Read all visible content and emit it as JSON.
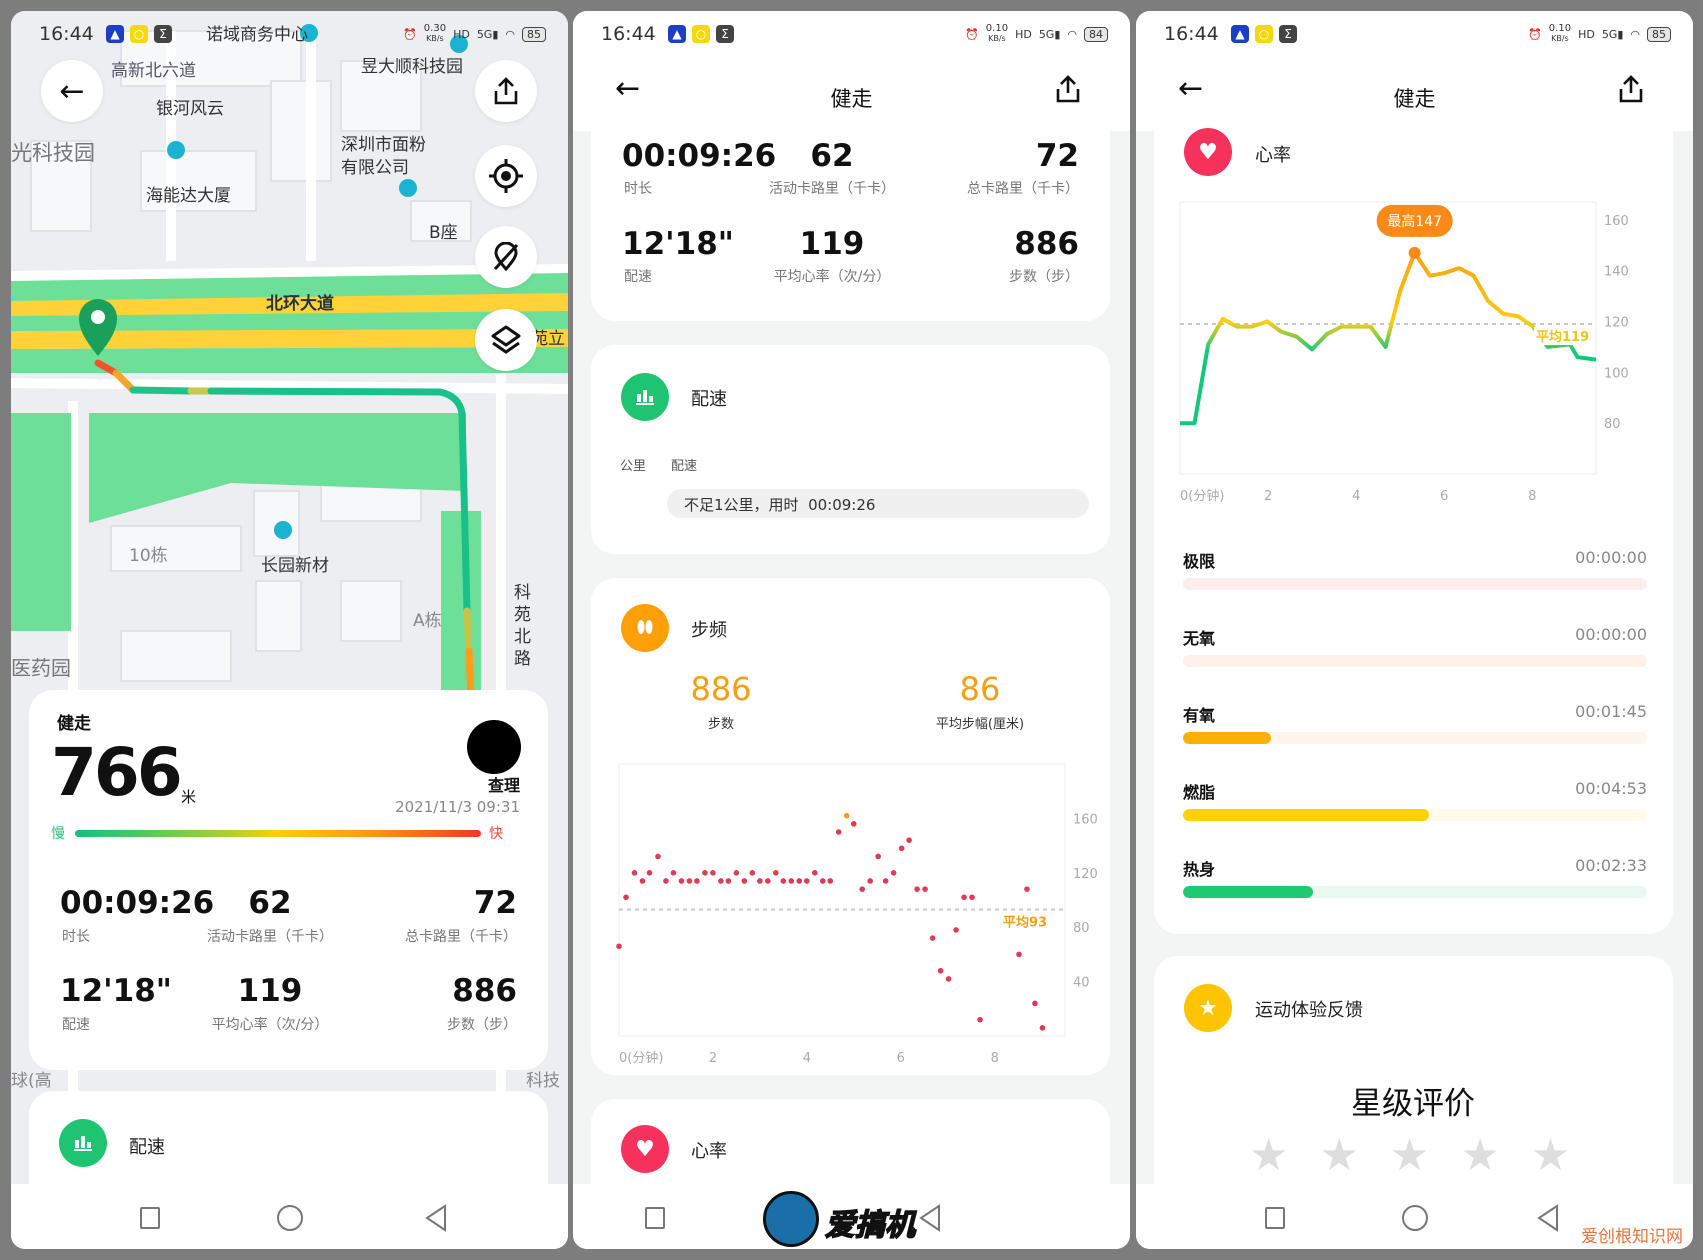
{
  "panels": [
    {
      "status": {
        "time": "16:44",
        "speed": "0.30",
        "speed_unit": "KB/s",
        "battery": "85"
      }
    },
    {
      "status": {
        "time": "16:44",
        "speed": "0.10",
        "speed_unit": "KB/s",
        "battery": "84"
      }
    },
    {
      "status": {
        "time": "16:44",
        "speed": "0.10",
        "speed_unit": "KB/s",
        "battery": "85"
      }
    }
  ],
  "map": {
    "labels": [
      "高新北六道",
      "诺域商务中心",
      "昱大顺科技园",
      "银河风云",
      "光科技园",
      "深圳市面粉",
      "有限公司",
      "海能达大厦",
      "B座",
      "北环大道",
      "苑立",
      "10栋",
      "长园新材",
      "A栋",
      "科",
      "苑",
      "北",
      "路",
      "医药园",
      "球(高",
      "科技"
    ]
  },
  "summary": {
    "type": "健走",
    "distance": "766",
    "distance_unit": "米",
    "user": "查理",
    "datetime": "2021/11/3 09:31",
    "slow": "慢",
    "fast": "快"
  },
  "stats": [
    {
      "value": "00:09:26",
      "label": "时长"
    },
    {
      "value": "62",
      "label": "活动卡路里（千卡）"
    },
    {
      "value": "72",
      "label": "总卡路里（千卡）"
    },
    {
      "value": "12'18\"",
      "label": "配速"
    },
    {
      "value": "119",
      "label": "平均心率（次/分）"
    },
    {
      "value": "886",
      "label": "步数（步）"
    }
  ],
  "header": {
    "title": "健走"
  },
  "pace": {
    "title": "配速",
    "col_km": "公里",
    "col_pace": "配速",
    "note": "不足1公里，用时  00:09:26"
  },
  "cadence": {
    "title": "步频",
    "steps": "886",
    "steps_label": "步数",
    "stride": "86",
    "stride_label": "平均步幅(厘米)"
  },
  "heart": {
    "title": "心率"
  },
  "zones": [
    {
      "label": "极限",
      "time": "00:00:00",
      "fraction": 0,
      "color": "#f25c5c",
      "bg": "#fdeeee"
    },
    {
      "label": "无氧",
      "time": "00:00:00",
      "fraction": 0,
      "color": "#f7873a",
      "bg": "#fdf1ea"
    },
    {
      "label": "有氧",
      "time": "00:01:45",
      "fraction": 0.19,
      "color": "#f9b000",
      "bg": "#fef6ec"
    },
    {
      "label": "燃脂",
      "time": "00:04:53",
      "fraction": 0.53,
      "color": "#ffd200",
      "bg": "#fffaea"
    },
    {
      "label": "热身",
      "time": "00:02:33",
      "fraction": 0.28,
      "color": "#1ecb72",
      "bg": "#e9f9f1"
    }
  ],
  "feedback": {
    "title": "运动体验反馈",
    "rating_title": "星级评价",
    "rating": 0,
    "max_rating": 5
  },
  "watermarks": {
    "logo": "爱搞机",
    "site": "爱创根知识网"
  },
  "colors": {
    "green": "#1ec46f",
    "orange": "#ff9f0a",
    "red": "#f5325c",
    "yellow": "#ffc400"
  },
  "chart_data": [
    {
      "type": "scatter",
      "title": "步频",
      "xlabel": "",
      "ylabel": "",
      "x_ticks": [
        "0(分钟)",
        "2",
        "4",
        "6",
        "8"
      ],
      "x_tick_values": [
        0,
        2,
        4,
        6,
        8
      ],
      "y_ticks": [
        "160",
        "120",
        "80",
        "40"
      ],
      "y_tick_values": [
        160,
        120,
        80,
        40
      ],
      "xlim": [
        0,
        9.5
      ],
      "ylim": [
        0,
        200
      ],
      "average": 93,
      "average_label": "平均93",
      "highlight_max": true,
      "grid": false,
      "x": [
        0,
        0.15,
        0.33,
        0.5,
        0.65,
        0.83,
        1.0,
        1.16,
        1.33,
        1.5,
        1.66,
        1.83,
        2.0,
        2.17,
        2.33,
        2.5,
        2.67,
        2.84,
        3.0,
        3.17,
        3.34,
        3.5,
        3.67,
        3.84,
        4.0,
        4.17,
        4.34,
        4.5,
        4.68,
        4.85,
        5.0,
        5.18,
        5.35,
        5.52,
        5.68,
        5.85,
        6.02,
        6.18,
        6.35,
        6.52,
        6.68,
        6.85,
        7.02,
        7.18,
        7.35,
        7.52,
        7.69,
        8.52,
        8.69,
        8.86,
        9.02
      ],
      "y": [
        66,
        102,
        120,
        114,
        120,
        132,
        114,
        120,
        114,
        114,
        114,
        120,
        120,
        114,
        114,
        120,
        114,
        120,
        114,
        114,
        120,
        114,
        114,
        114,
        114,
        120,
        114,
        114,
        150,
        162,
        156,
        108,
        114,
        132,
        114,
        120,
        138,
        144,
        108,
        108,
        72,
        48,
        42,
        78,
        102,
        102,
        12,
        60,
        108,
        24,
        6
      ]
    },
    {
      "type": "line",
      "title": "心率",
      "xlabel": "",
      "ylabel": "",
      "x_ticks": [
        "0(分钟)",
        "2",
        "4",
        "6",
        "8"
      ],
      "x_tick_values": [
        0,
        2,
        4,
        6,
        8
      ],
      "y_ticks": [
        "160",
        "140",
        "120",
        "100",
        "80"
      ],
      "y_tick_values": [
        160,
        140,
        120,
        100,
        80
      ],
      "xlim": [
        0,
        9.45
      ],
      "ylim": [
        60,
        167
      ],
      "average": 119,
      "average_label": "平均119",
      "max": 147,
      "max_label": "最高147",
      "grid": false,
      "x": [
        0,
        0.33,
        0.64,
        0.97,
        1.3,
        1.63,
        1.98,
        2.3,
        2.65,
        3.0,
        3.33,
        3.67,
        4.0,
        4.33,
        4.67,
        5.0,
        5.33,
        5.68,
        6.0,
        6.34,
        6.67,
        7.0,
        7.35,
        7.69,
        8.02,
        8.35,
        8.86,
        9.03,
        9.45
      ],
      "y": [
        80,
        80,
        111,
        121,
        118,
        118,
        120,
        116,
        114,
        109,
        115,
        118,
        118,
        118,
        110,
        132,
        147,
        138,
        139,
        141,
        138,
        128,
        123,
        122,
        118,
        110,
        111,
        106,
        105
      ]
    }
  ]
}
